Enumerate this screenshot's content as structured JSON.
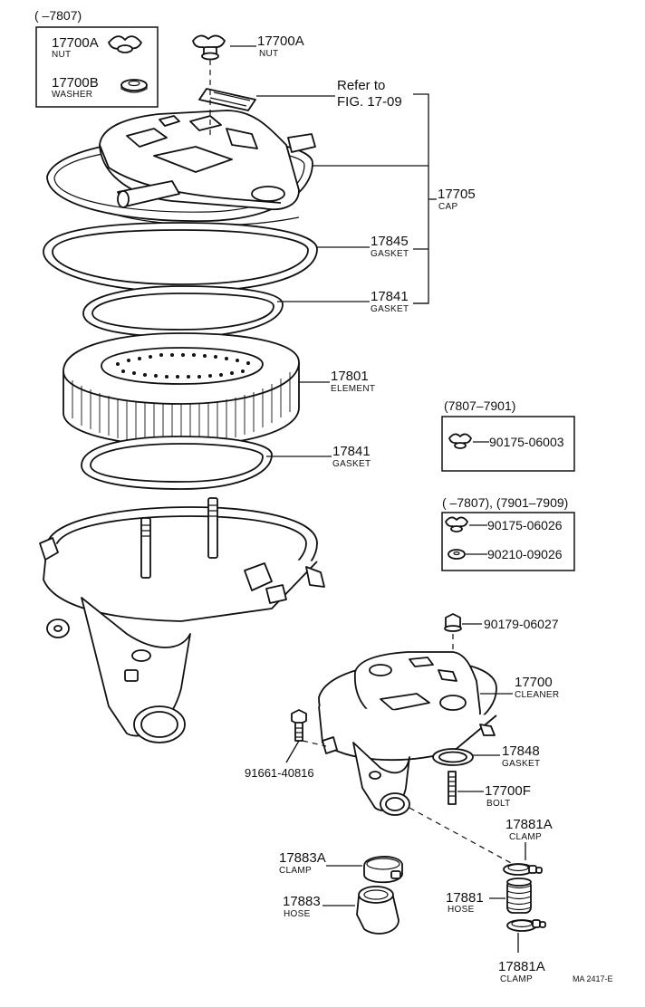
{
  "top_box": {
    "range": "(        –7807)",
    "nut_number": "17700A",
    "nut_name": "NUT",
    "washer_number": "17700B",
    "washer_name": "WASHER"
  },
  "parts": {
    "nut": {
      "number": "17700A",
      "name": "NUT"
    },
    "refer": {
      "line1": "Refer to",
      "line2": "FIG. 17-09"
    },
    "cap": {
      "number": "17705",
      "name": "CAP"
    },
    "gasket_17845": {
      "number": "17845",
      "name": "GASKET"
    },
    "gasket_17841_upper": {
      "number": "17841",
      "name": "GASKET"
    },
    "element": {
      "number": "17801",
      "name": "ELEMENT"
    },
    "gasket_17841_lower": {
      "number": "17841",
      "name": "GASKET"
    },
    "cleaner": {
      "number": "17700",
      "name": "CLEANER"
    },
    "gasket_17848": {
      "number": "17848",
      "name": "GASKET"
    },
    "bolt": {
      "number": "17700F",
      "name": "BOLT"
    },
    "clamp_upper": {
      "number": "17881A",
      "name": "CLAMP"
    },
    "hose_17881": {
      "number": "17881",
      "name": "HOSE"
    },
    "clamp_lower": {
      "number": "17881A",
      "name": "CLAMP"
    },
    "clamp_17883a": {
      "number": "17883A",
      "name": "CLAMP"
    },
    "hose_17883": {
      "number": "17883",
      "name": "HOSE"
    },
    "bolt_91661": {
      "number": "91661-40816"
    },
    "nut_90179": {
      "number": "90179-06027"
    }
  },
  "box_7807_7901": {
    "range": "(7807–7901)",
    "part": "90175-06003"
  },
  "box_7807_7909": {
    "range": "(        –7807), (7901–7909)",
    "part1": "90175-06026",
    "part2": "90210-09026"
  },
  "footer": {
    "ref": "MA  2417-E"
  }
}
